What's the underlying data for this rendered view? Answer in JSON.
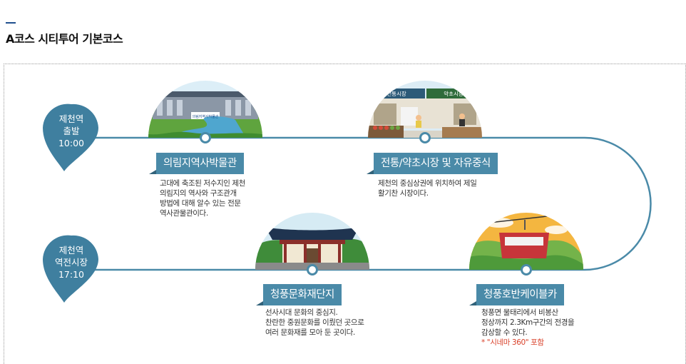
{
  "title": "A코스 시티투어 기본코스",
  "start_pin": {
    "line1": "제천역",
    "line2": "출발",
    "line3": "10:00"
  },
  "end_pin": {
    "line1": "제천역",
    "line2": "역전시장",
    "line3": "17:10"
  },
  "stops": [
    {
      "name": "의림지역사박물관",
      "desc": [
        "고대에 축조된 저수지인 제천",
        "의림지의 역사와 구조관개",
        "방법에 대해 알수 있는 전문",
        "역사관물관이다."
      ],
      "sign": "의림지역사박물관"
    },
    {
      "name": "전통/약초시장 및 자유중식",
      "desc": [
        "제천의 중심상권에 위치하여 제일",
        "활기찬 시장이다."
      ],
      "signs": [
        "전통시장",
        "약초시장"
      ]
    },
    {
      "name": "청풍문화재단지",
      "desc": [
        "선사시대 문화의 중심지.",
        "찬란한 중원문화를 이뤘던 곳으로",
        "여러 문화재를 모아 둔 곳이다."
      ]
    },
    {
      "name": "청풍호반케이블카",
      "desc": [
        "청풍면 물태리에서 비봉산",
        "정상까지 2.3Km구간의 전경을",
        "감상할 수 있다."
      ],
      "note": "* \"시네마 360\" 포함"
    }
  ],
  "colors": {
    "route": "#4a8aa8",
    "pin": "#3f7f9f",
    "label_bg": "#4a8aa8",
    "note": "#d9412a"
  }
}
